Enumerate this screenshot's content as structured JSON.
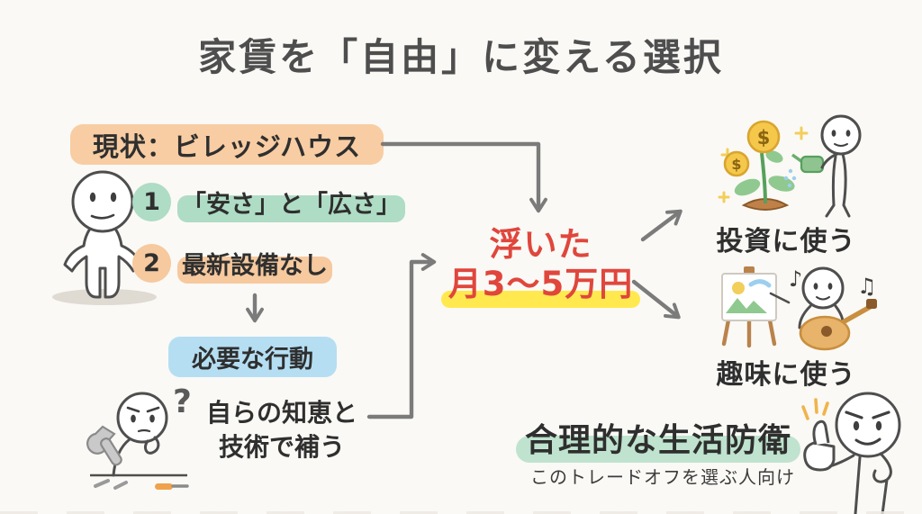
{
  "colors": {
    "background": "#FAF9F5",
    "title_text": "#4E4E4E",
    "body_text": "#2F2F2F",
    "peach": "#F8CDA3",
    "mint": "#AEDCC4",
    "light_blue": "#B5DEF2",
    "yellow_highlight": "#FFE94F",
    "red_text": "#E0463C",
    "green_highlight": "#BFE3CE",
    "arrow_gray": "#7B7B7B"
  },
  "title": "家賃を「自由」に変える選択",
  "current": {
    "header": "現状：ビレッジハウス",
    "items": [
      {
        "number": "1",
        "label": "「安さ」と「広さ」"
      },
      {
        "number": "2",
        "label": "最新設備なし"
      }
    ]
  },
  "action": {
    "label": "必要な行動",
    "note_line1": "自らの知恵と",
    "note_line2": "技術で補う"
  },
  "savings": {
    "line1": "浮いた",
    "line2": "月3〜5万円"
  },
  "options": [
    {
      "label": "投資に使う",
      "illustration": "watering-money-plant"
    },
    {
      "label": "趣味に使う",
      "illustration": "painting-and-guitar"
    }
  ],
  "conclusion": {
    "title": "合理的な生活防衛",
    "subtitle": "このトレードオフを選ぶ人向け"
  },
  "glyphs": {
    "question_mark": "?",
    "coin_symbol": "$",
    "music_note_single": "♪",
    "music_note_double": "♫"
  }
}
